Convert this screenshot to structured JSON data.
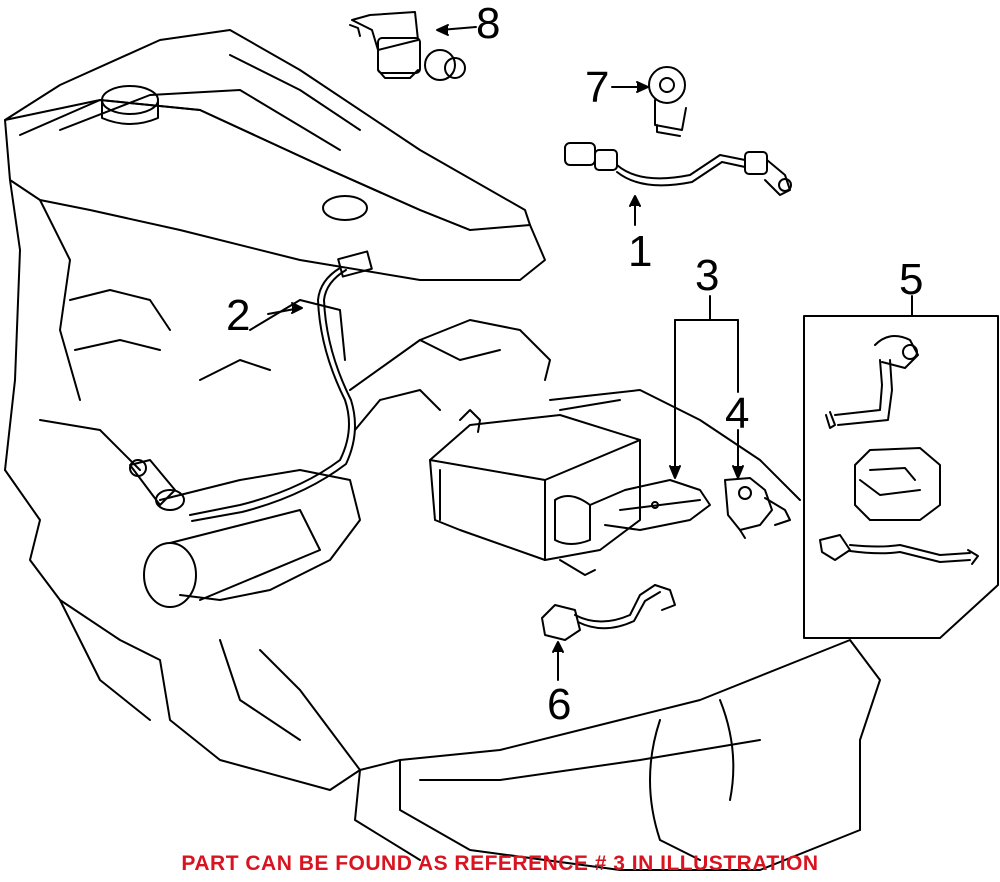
{
  "callouts": {
    "part_1": "1",
    "part_2": "2",
    "part_3": "3",
    "part_4": "4",
    "part_5": "5",
    "part_6": "6",
    "part_7": "7",
    "part_8": "8"
  },
  "footer": {
    "note": "PART CAN BE FOUND AS REFERENCE # 3 IN ILLUSTRATION"
  },
  "colors": {
    "line": "#000000",
    "note": "#d9131f",
    "background": "#ffffff"
  }
}
